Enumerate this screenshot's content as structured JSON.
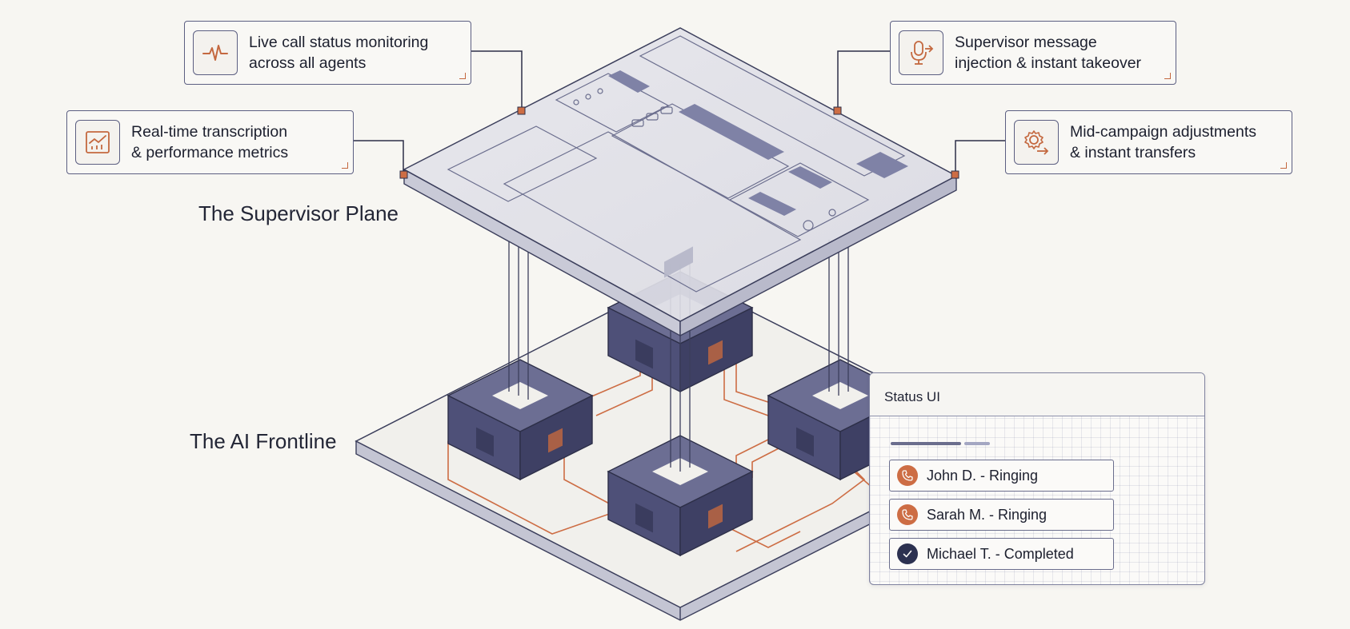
{
  "colors": {
    "accent": "#cd6d44",
    "cube": "#4e5078",
    "line": "#3c3f5c",
    "done": "#2c3150"
  },
  "labels": {
    "supervisor_plane": "The Supervisor Plane",
    "ai_frontline": "The AI Frontline"
  },
  "callouts": {
    "live_call": {
      "icon": "pulse-icon",
      "line1": "Live call status monitoring",
      "line2": "across all agents"
    },
    "realtime": {
      "icon": "chart-icon",
      "line1": "Real-time transcription",
      "line2": "& performance metrics"
    },
    "supervisor_msg": {
      "icon": "microphone-arrow-icon",
      "line1": "Supervisor message",
      "line2": "injection & instant takeover"
    },
    "mid_campaign": {
      "icon": "gear-arrow-icon",
      "line1": "Mid-campaign adjustments",
      "line2": "& instant transfers"
    }
  },
  "status_ui": {
    "title": "Status UI",
    "rows": [
      {
        "name": "John D. - Ringing",
        "status": "ringing",
        "icon": "phone-icon"
      },
      {
        "name": "Sarah M. - Ringing",
        "status": "ringing",
        "icon": "phone-icon"
      },
      {
        "name": "Michael T. - Completed",
        "status": "completed",
        "icon": "check-icon"
      }
    ]
  }
}
